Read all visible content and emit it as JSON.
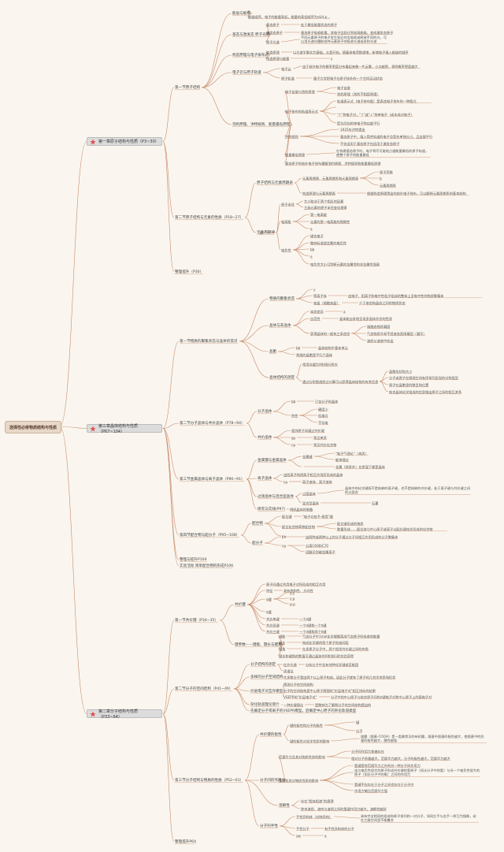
{
  "root": "选择性必修物质结构与性质",
  "chapters": [
    {
      "label": "第一章原子结构与性质（P3~30）",
      "icon": "star-icon"
    },
    {
      "label": "第三章晶体结构与性质（P67~104）",
      "icon": "star-icon"
    },
    {
      "label": "第二章分子结构与性质（P33~64）",
      "icon": "star-icon"
    }
  ],
  "ch1": {
    "s1": "第一节原子结构",
    "s1a": "能层与能级",
    "s1a1": "n",
    "s1a2": "能级顺序，电子的能量高低，能量的高低顺序为s&lt;p…",
    "s1b": "基态与激发态 原子光谱",
    "s1b1": "基态原子",
    "s1b1v": "处于最低能量状态的原子",
    "s1b2": "激发态原子",
    "s1b2v": "基态原子吸收能量，其电子会跃迁到较高能级，变成激发态原子",
    "s1b3": "原子光谱",
    "s1b3v": "不同元素原子的电子发生跃迁时会吸收或释放不同的光，可以用光谱仪摄取各种元素原子的吸收光谱或发射光谱",
    "s1c": "构造原理与电子排布式",
    "s1c1": "构造原理",
    "s1c1v": "以光谱学事实为基础，从氢开始，随着核电荷数递增，新增电子填入能级的顺序",
    "s1c2": "构造原理与能量",
    "s1c2v": "s",
    "s1d": "电子云与原子轨道",
    "s1d1": "电子云",
    "s1d1v": "由于核外电子的概率密度分布看起来像一片云雾，小点越密，表明概率密度越大",
    "s1d2": "原子轨道",
    "s1d2v": "量子力学把电子在原子核外的一个空间运动状态",
    "s1e": "泡利原理、洪特规则、能量最低原理",
    "s1e1": "电子自旋与泡利原理",
    "s1e1a": "电子自旋",
    "s1e1b": "泡利原理（泡利不相容原理）",
    "s1e2": "电子排布的轨道表示式",
    "s1e2a": "轨道表示式（电子排布图）是表述电子排布的一种图式",
    "s1e2b": "",
    "s1e2c": "\"↑\"称电子对，\"↑\"或\"↓\"称单电子（或未成对电子）",
    "s1e2d": "箭头同向的单电子称自旋平行",
    "s1e3": "洪特规则",
    "s1e3a": "1925年洪特提出",
    "s1e3b": "基态原子中，填入简并轨道的电子总是先单独分占，且自旋平行",
    "s1e3c": "不仅适用于基态原子也适用于激发态原子",
    "s1e4": "能量最低原理",
    "s1e4a": "在构建基态原子时，电子将尽可能地占据能量最低的原子轨道，使整个原子的能量最低",
    "s1e5": "基态原子的核外电子排布遵循泡利原理、洪特规则和能量最低原理",
    "s2": "第二节原子结构与元素的性质（P18~27）",
    "s2a": "原子结构与元素周期表",
    "s2a1": "元素周期律、元素周期系和元素周期表",
    "s2a1a": "原子序数",
    "s2a1b": "b",
    "s2a1c": "元素周期系",
    "s2a2": "构造原理与元素周期表",
    "s2a2a": "根据构造原理得出的核外电子排布，可以解释元素周期系的基本结构",
    "s2b": "元素周期律",
    "s2b0": "lu",
    "s2b1": "原子半径",
    "s2b1a": "大小取决于两个相反的因素",
    "s2b1b": "主族元素的原子半径变化规律",
    "s2b2": "电离能",
    "s2b2a": "第一电离能",
    "s2b2b": "元素的第一电离能的周期性",
    "s2b2c": "e",
    "s2b3": "电负性",
    "s2b3a": "键合电子",
    "s2b3b": "鲍林标准规定氟的电负性",
    "s2b3c": "bb",
    "s2b3d": "e",
    "s2b3e": "电负性大小可判断元素的金属性和非金属性强弱",
    "s3": "整理提升（P30）"
  },
  "ch3": {
    "s1": "第一节物质的聚集状态与晶体的常识",
    "s1a": "物质的聚集状态",
    "s1a1": "v",
    "s1a2": "等离子体",
    "s1a2v": "由电子、阳离子和电中性粒子组成的整体上呈电中性的物质聚集体",
    "s1a3": "液晶（熔融液晶）",
    "s1a3v": "介于液态和晶态之间的物质状态",
    "s1b": "晶体与非晶体",
    "s1b1": "本质差异",
    "s1b1v": "a",
    "s1b2": "自范性",
    "s1b2v": "晶体能自发地呈现多面体外形的性质",
    "s1b3": "获得晶体的一般有三条途径",
    "s1b3a": "熔融态物质凝固",
    "s1b3b": "气态物质冷却不经液态直接凝固（凝华）",
    "s1b3c": "溶质从溶液中析出",
    "s1c": "晶胞",
    "s1c0": "bb",
    "s1c1": "晶体结构中基本单元",
    "s1c2": "常规的晶胞是平行六面体",
    "s1d": "晶体结构的测定",
    "s1d1": "常用仪器为X射线衍射仪",
    "s1d2": "通过衍射图谱经过计算可以获得晶体结构的有关信息",
    "s1d2a": "晶胞形状和大小",
    "s1d2b": "分子或原子在微观空间有序排列呈现的对称类型",
    "s1d2c": "原子在晶胞里的数目和位置",
    "s1d2d": "结合晶体化学组成的信息推出原子之间的相互关系",
    "s2": "第二节分子晶体与共价晶体（P78~94）",
    "s2a": "分子晶体",
    "s2a0": "bb",
    "s2a1": "只含分子的晶体",
    "s2a2": "特性",
    "s2a2a": "硬度小",
    "s2a2b": "低熔点",
    "s2a2c": "不导电",
    "s2b": "共价晶体",
    "s2b1": "相邻原子间通过共价键",
    "s2b2": "qu",
    "s2b2a": "常见单质",
    "s2b3": "nu",
    "s2b3a": "常见共价化合物",
    "s3": "第三节金属晶体与离子晶体（P90~91）",
    "s3a": "金属键与金属晶体",
    "s3a1": "金属键",
    "s3a1a": "\"电子气理论\"（本质）",
    "s3a1b": "能带理论",
    "s3a2": "",
    "s3a2a": "金属（除汞外）在常温下都是晶体",
    "s3b": "离子晶体",
    "s3b1": "由阳离子和阴离子相互作用而形成的晶体",
    "s3b2": "nu",
    "s3b2a": "离子液体、离子液体",
    "s3c": "过渡晶体与混合型晶体",
    "s3c1": "过渡晶体",
    "s3c1a": "晶体中的化学键既不是纯粹的离子键，也不是纯粹的共价键，处于离子键与共价键之间的过渡态",
    "s3c2": "混合型晶体",
    "s3c2a": "石墨",
    "s3d": "研究与实践(P97)",
    "s3d1": "明矾晶体的制备",
    "s4": "第四节配合物与超分子（P95~108）",
    "s4a": "配合物",
    "s4a1": "配位键",
    "s4a1a": "\"电子对给予-接受\"键",
    "s4a2": "配位化合物简称配合物",
    "s4a2a": "配位键形成的物质",
    "s4a2b": "数量形成……配位体与中心原子或离子以配位键结合形成的化合物",
    "s4a3": "nu",
    "s4b": "超分子",
    "s4b1": "f",
    "s4b1a": "由两种或两种以上的分子通过分子间相互作用形成的分子聚集体",
    "s4b2": "nu",
    "s4b2a": "分离C60和C70",
    "s4b2b": "冠醚识别碱金属离子",
    "s5": "整理与提升P104",
    "s6": "实验活动 简单配合物的形成P106"
  },
  "ch2": {
    "s1": "第一节共价键（P34~35）",
    "s1a": "共价键",
    "s1a1": "原子间通过共用电子对所形成的相互作用",
    "s1a2": "特征",
    "s1a2v": "具有饱和性、方向性",
    "s1a3": "σ键",
    "s1a3a": "s-s",
    "s1a3b": "s-p",
    "s1a3c": "p-p",
    "s1a4": "π键",
    "s1a5": "共价单键",
    "s1a5v": "一个σ键",
    "s1a6": "共价双键",
    "s1a6v": "一个σ键和一个π键",
    "s1a7": "共价三键",
    "s1a7v": "一个σ键和两个π键",
    "s1b": "键参数——键能、键长与键角",
    "s1b1": "键能",
    "s1b1v": "气态分子中1mol化学键解离成气态原子所吸收的能量",
    "s1b2": "键长",
    "s1b2v": "构成化学键的两个原子的核间距",
    "s1b3": "键角",
    "s1b3v": "在多原子分子中，两个相邻共价键之间的夹角",
    "s1b4": "键长和键角的数值可通过晶体的X射线衍射实验获得",
    "s2": "第二节分子的空间结构（P41~49）",
    "s2a": "分子结构的测定",
    "s2a1": "红外光谱",
    "s2a1a": "分析分子中含有何种化学键或官能团",
    "s2a2": "质谱法",
    "s2b": "多样的分子空间结构",
    "s2b1": "大多数分子是由两个以上原子构成，因此分子就有了原子的几何学关系和形状",
    "s2c": "价层电子对互斥模型",
    "s2c1": "预测分子的空间结构",
    "s2c2": "分子的空间结构是中心原子周围的\"价层电子对\"相互排斥的结果",
    "s2c3": "VSEPR的\"价层电子对\"",
    "s2c3a": "分子中的中心原子与结合原子间的σ键电子对和中心原子上的孤电子对",
    "s2d": "杂化轨道理论简介",
    "s2d1": "一种价键理论",
    "s2d1a": "是鲍林为了解释分子的空间结构提出的",
    "s2e": "先确定分子或离子的VSEPR模型，后确定中心原子的杂化轨道类型",
    "s3": "第三节分子结构与物质的性质（P52~61）",
    "s3a": "共价键的极性",
    "s3a1": "键的极性和分子的极性",
    "s3a1a": "键",
    "s3a1b": "分子",
    "s3a2": "键的极性对化学性质的影响",
    "s3a2a": "羧酸（羧基-COOH）是一类最常见的有机酸，羧基中羧基的极性越大，使羧基中的羟基的极性越大，酸性越强",
    "s3b": "分子间的作用力",
    "s3b1": "范德华力及其对物质性质的影响",
    "s3b1a": "分子间作用力普遍存在",
    "s3b1b": "相对分子质量越大，范德华力越大，分子的极性越大，范德华力越大",
    "s3b2": "氢键及其对物质性质的影响",
    "s3b2a": "氢键是除范德华力之外的另一种分子间作用力",
    "s3b2b": "由与电负性很大的原子形成共价键的氢原子（如水分子中的氢）与另一个电负性很大的原子（如水分子中的氧）之间的作用力",
    "s3b2c": "氢键不仅存在于分子之间也存在于分子内",
    "s3b2d": "作用力略比范德华力强",
    "s3c": "溶解性",
    "s3c1": "存在\"相似相溶\"的规律",
    "s3c2": "除亲溶质、溶剂与溶质之间的氢键作用力越大，溶解性越好",
    "s3d": "分子的手性",
    "s3d1": "手性异构体（对映异构）",
    "s3d1a": "具有完全相同的组成和原子排列的一对分子，如同左手与右手一样互为镜像，却在三维空间里不能叠合",
    "s3d2": "手性分子",
    "s3d2a": "有手性异构体的分子",
    "s3d3": "ow",
    "s3d3a": "a",
    "s4": "整理提升P64"
  },
  "colors": {
    "root_bg": "#e7d8c8",
    "chapter_bg": "#dcdcdc",
    "line": "#c98a6a",
    "star": "#e05050"
  }
}
